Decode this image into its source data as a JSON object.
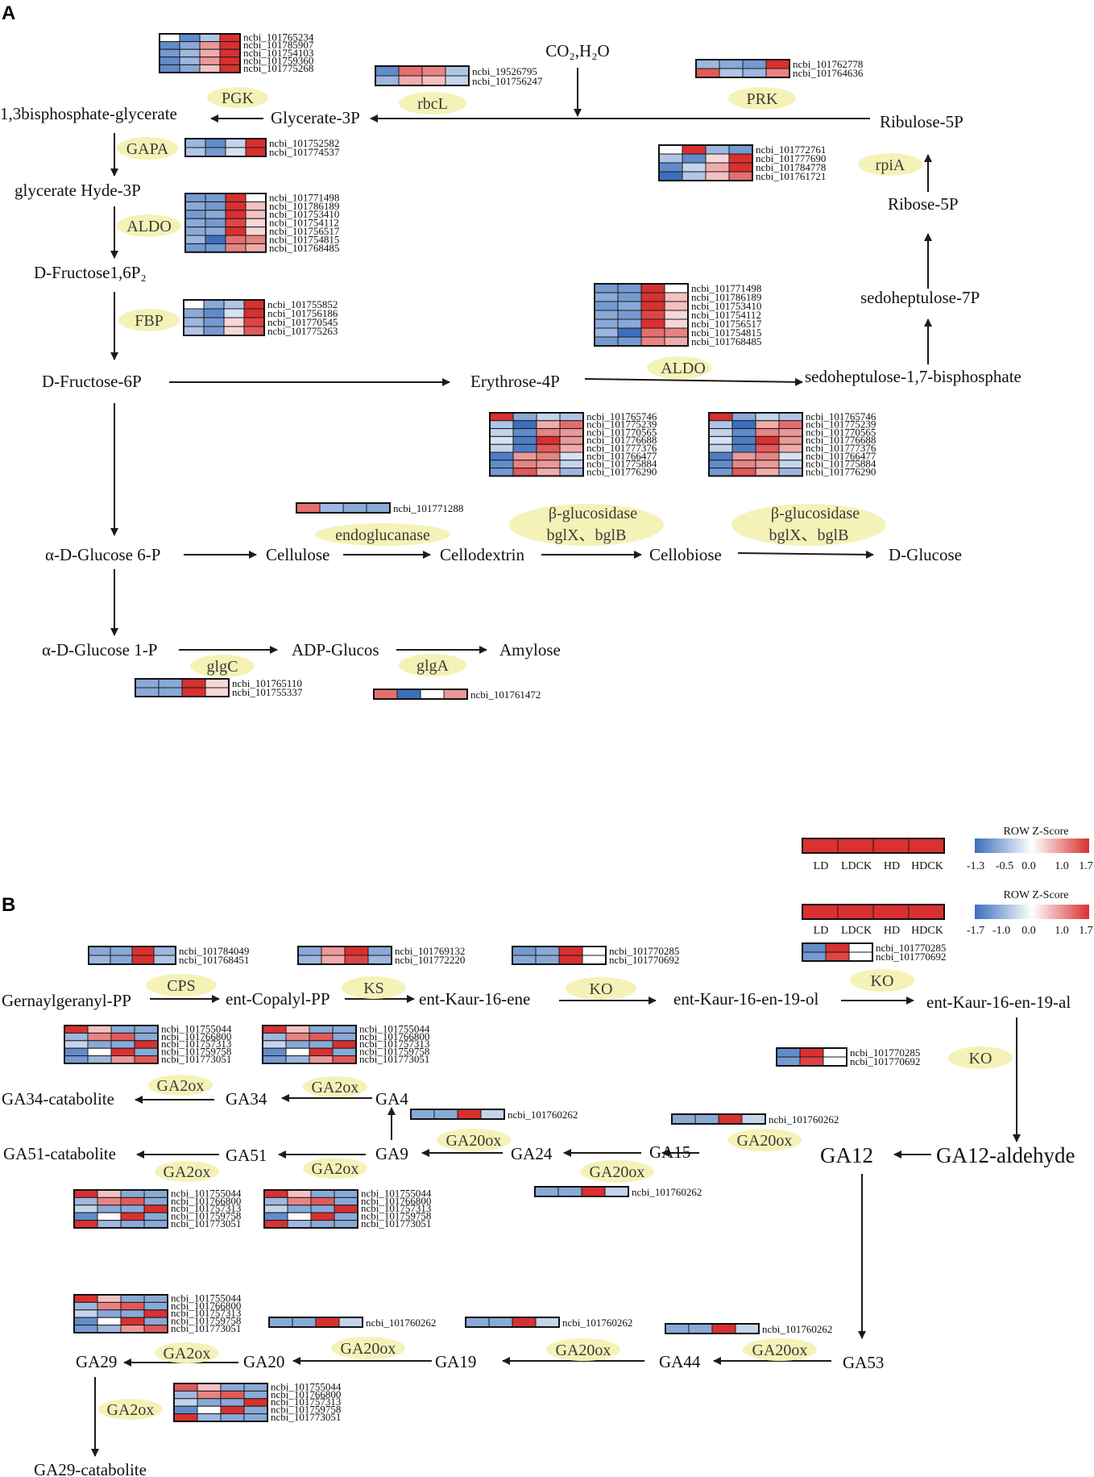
{
  "colors": {
    "low": "#3a6fbd",
    "high": "#d93030",
    "mid": "#ffffff",
    "ellipse": "#f5f2b8",
    "arrow": "#231815"
  },
  "panels": [
    "A",
    "B"
  ],
  "metabolites": {
    "co2h2o": "CO₂,H₂O",
    "bpg": "1,3bisphosphate-glycerate",
    "g3p": "Glycerate-3P",
    "ru5p": "Ribulose-5P",
    "gah3p": "glycerate Hyde-3P",
    "r5p": "Ribose-5P",
    "fbp": "D-Fructose1,6P₂",
    "s7p": "sedoheptulose-7P",
    "f6p": "D-Fructose-6P",
    "e4p": "Erythrose-4P",
    "sbp": "sedoheptulose-1,7-bisphosphate",
    "g6p": "α-D-Glucose 6-P",
    "cellulose": "Cellulose",
    "cellodextrin": "Cellodextrin",
    "cellobiose": "Cellobiose",
    "dglucose": "D-Glucose",
    "g1p": "α-D-Glucose 1-P",
    "adpg": "ADP-Glucos",
    "amylose": "Amylose",
    "ggpp": "Gernaylgeranyl-PP",
    "cpp": "ent-Copalyl-PP",
    "kaurene": "ent-Kaur-16-ene",
    "kaurenol": "ent-Kaur-16-en-19-ol",
    "kaurenal": "ent-Kaur-16-en-19-al",
    "ga34cat": "GA34-catabolite",
    "ga34": "GA34",
    "ga4": "GA4",
    "ga51cat": "GA51-catabolite",
    "ga51": "GA51",
    "ga9": "GA9",
    "ga24": "GA24",
    "ga15": "GA15",
    "ga12": "GA12",
    "ga12ald": "GA12-aldehyde",
    "ga29": "GA29",
    "ga20": "GA20",
    "ga19": "GA19",
    "ga44": "GA44",
    "ga53": "GA53",
    "ga29cat": "GA29-catabolite"
  },
  "enzymes": {
    "pgk": "PGK",
    "rbcl": "rbcL",
    "prk": "PRK",
    "gapa": "GAPA",
    "rpia": "rpiA",
    "aldo": "ALDO",
    "fbp": "FBP",
    "endoglucanase": "endoglucanase",
    "bglu_1": "β-glucosidase",
    "bglu_2": "bglX、bglB",
    "glgc": "glgC",
    "glga": "glgA",
    "cps": "CPS",
    "ks": "KS",
    "ko": "KO",
    "ga2ox": "GA2ox",
    "ga20ox": "GA20ox"
  },
  "gene_ids": {
    "pgk": [
      "ncbi_101765234",
      "ncbi_101785907",
      "ncbi_101754103",
      "ncbi_101759360",
      "ncbi_101775268"
    ],
    "rbcl": [
      "ncbi_19526795",
      "ncbi_101756247"
    ],
    "prk": [
      "ncbi_101762778",
      "ncbi_101764636"
    ],
    "gapa": [
      "ncbi_101752582",
      "ncbi_101774537"
    ],
    "rpia": [
      "ncbi_101772761",
      "ncbi_101777690",
      "ncbi_101784778",
      "ncbi_101761721"
    ],
    "aldo": [
      "ncbi_101771498",
      "ncbi_101786189",
      "ncbi_101753410",
      "ncbi_101754112",
      "ncbi_101756517",
      "ncbi_101754815",
      "ncbi_101768485"
    ],
    "fbp": [
      "ncbi_101755852",
      "ncbi_101756186",
      "ncbi_101770545",
      "ncbi_101775263"
    ],
    "bglu": [
      "ncbi_101765746",
      "ncbi_101775239",
      "ncbi_101770565",
      "ncbi_101776688",
      "ncbi_101777376",
      "ncbi_101766477",
      "ncbi_101775884",
      "ncbi_101776290"
    ],
    "endo": [
      "ncbi_101771288"
    ],
    "glgc": [
      "ncbi_101765110",
      "ncbi_101755337"
    ],
    "glga": [
      "ncbi_101761472"
    ],
    "cps": [
      "ncbi_101784049",
      "ncbi_101768451"
    ],
    "ks": [
      "ncbi_101769132",
      "ncbi_101772220"
    ],
    "ko": [
      "ncbi_101770285",
      "ncbi_101770692"
    ],
    "ga2ox": [
      "ncbi_101755044",
      "ncbi_101766800",
      "ncbi_101757313",
      "ncbi_101759758",
      "ncbi_101773051"
    ],
    "ga20ox": [
      "ncbi_101760262"
    ]
  },
  "legend": {
    "title": "ROW Z-Score",
    "samples": [
      "LD",
      "LDCK",
      "HD",
      "HDCK"
    ],
    "ticks_a": [
      "-1.3",
      "-0.5",
      "0.0",
      "1.0",
      "1.7"
    ],
    "ticks_b": [
      "-1.7",
      "-1.0",
      "0.0",
      "1.0",
      "1.7"
    ]
  },
  "heatmaps": {
    "pgk": [
      [
        0,
        -0.8,
        -0.4,
        1
      ],
      [
        -0.8,
        -0.6,
        0.5,
        1
      ],
      [
        -0.7,
        -0.5,
        0.4,
        1
      ],
      [
        -0.8,
        -0.5,
        0.5,
        1
      ],
      [
        -0.8,
        -0.6,
        0.3,
        1
      ]
    ],
    "rbcl": [
      [
        -0.8,
        0.7,
        0.6,
        -0.4
      ],
      [
        -0.5,
        0.4,
        0.3,
        -0.3
      ]
    ],
    "prk": [
      [
        -0.5,
        -0.6,
        -0.7,
        1
      ],
      [
        0.8,
        -0.4,
        -0.5,
        0.6
      ]
    ],
    "gapa": [
      [
        -0.5,
        -0.8,
        -0.3,
        1
      ],
      [
        -0.4,
        -0.7,
        -0.2,
        1
      ]
    ],
    "rpia": [
      [
        0,
        1,
        -0.5,
        -0.7
      ],
      [
        -0.4,
        -0.8,
        0.2,
        1
      ],
      [
        -0.8,
        -0.3,
        0.4,
        1
      ],
      [
        -1,
        -0.4,
        0.3,
        0.7
      ]
    ],
    "aldo_a": [
      [
        -0.7,
        -0.7,
        1,
        0
      ],
      [
        -0.6,
        -0.7,
        1,
        0.3
      ],
      [
        -0.7,
        -0.6,
        1,
        0.3
      ],
      [
        -0.6,
        -0.7,
        0.9,
        0.2
      ],
      [
        -0.6,
        -0.6,
        1,
        0.2
      ],
      [
        -0.5,
        -1,
        0.7,
        0.6
      ],
      [
        -0.7,
        -0.7,
        0.6,
        0.4
      ]
    ],
    "aldo_b": [
      [
        -0.7,
        -0.7,
        1,
        0
      ],
      [
        -0.6,
        -0.7,
        1,
        0.3
      ],
      [
        -0.7,
        -0.6,
        1,
        0.3
      ],
      [
        -0.6,
        -0.7,
        0.9,
        0.2
      ],
      [
        -0.6,
        -0.6,
        1,
        0.2
      ],
      [
        -0.5,
        -1,
        0.7,
        0.6
      ],
      [
        -0.7,
        -0.7,
        0.6,
        0.4
      ]
    ],
    "fbp": [
      [
        0,
        -0.6,
        -0.4,
        1
      ],
      [
        -0.6,
        -0.8,
        -0.2,
        1
      ],
      [
        -0.5,
        -0.7,
        0.2,
        0.9
      ],
      [
        -0.4,
        -0.7,
        0.2,
        0.8
      ]
    ],
    "bglu_a": [
      [
        1,
        -0.6,
        -0.3,
        -0.4
      ],
      [
        -0.4,
        -1,
        0.4,
        0.7
      ],
      [
        -0.3,
        -0.8,
        0.6,
        0.5
      ],
      [
        -0.2,
        -0.9,
        1,
        0.5
      ],
      [
        -0.3,
        -0.9,
        0.8,
        0.4
      ],
      [
        -0.9,
        0.5,
        0.6,
        -0.2
      ],
      [
        -0.8,
        0.6,
        0.5,
        -0.3
      ],
      [
        -0.7,
        0.8,
        0.4,
        -0.5
      ]
    ],
    "bglu_b": [
      [
        1,
        -0.6,
        -0.3,
        -0.4
      ],
      [
        -0.4,
        -1,
        0.4,
        0.7
      ],
      [
        -0.3,
        -0.8,
        0.6,
        0.5
      ],
      [
        -0.2,
        -0.9,
        1,
        0.5
      ],
      [
        -0.3,
        -0.9,
        0.8,
        0.4
      ],
      [
        -0.9,
        0.5,
        0.6,
        -0.2
      ],
      [
        -0.8,
        0.6,
        0.5,
        -0.3
      ],
      [
        -0.7,
        0.8,
        0.4,
        -0.5
      ]
    ],
    "endo": [
      [
        0.7,
        -0.5,
        -0.6,
        -0.6
      ]
    ],
    "glgc": [
      [
        -0.6,
        -0.6,
        1,
        0.2
      ],
      [
        -0.6,
        -0.6,
        1,
        0.2
      ]
    ],
    "glga": [
      [
        0.7,
        -1,
        0,
        0.5
      ]
    ],
    "cps": [
      [
        -0.6,
        -0.6,
        1,
        -0.5
      ],
      [
        -0.5,
        -0.6,
        1,
        -0.4
      ]
    ],
    "ks": [
      [
        -0.6,
        0.5,
        1,
        -0.6
      ],
      [
        -0.5,
        0.4,
        0.9,
        -0.5
      ]
    ],
    "ko_1": [
      [
        -0.7,
        -0.6,
        1,
        0
      ],
      [
        -0.6,
        -0.6,
        1,
        0
      ]
    ],
    "ko_2": [
      [
        -0.8,
        1,
        0
      ],
      [
        -0.7,
        0.9,
        0
      ]
    ],
    "ko_3": [
      [
        -0.8,
        1,
        0
      ],
      [
        -0.7,
        0.9,
        0
      ]
    ],
    "ga2ox_1": [
      [
        1,
        0.3,
        -0.6,
        -0.6
      ],
      [
        -0.5,
        0.6,
        0.8,
        -0.6
      ],
      [
        -0.3,
        -0.6,
        -0.6,
        1
      ],
      [
        -0.8,
        0,
        1,
        -0.6
      ],
      [
        -0.7,
        -0.5,
        0.5,
        0.8
      ]
    ],
    "ga2ox_2": [
      [
        1,
        0.3,
        -0.6,
        -0.6
      ],
      [
        -0.5,
        0.6,
        0.8,
        -0.6
      ],
      [
        -0.3,
        -0.6,
        -0.6,
        1
      ],
      [
        -0.8,
        0,
        1,
        -0.6
      ],
      [
        -0.7,
        -0.5,
        0.5,
        0.8
      ]
    ],
    "ga2ox_3": [
      [
        1,
        0.3,
        -0.6,
        -0.6
      ],
      [
        -0.5,
        0.6,
        0.8,
        -0.6
      ],
      [
        -0.3,
        -0.6,
        -0.6,
        1
      ],
      [
        -0.8,
        0,
        1,
        -0.6
      ],
      [
        1,
        -0.5,
        -0.6,
        -0.6
      ]
    ],
    "ga2ox_4": [
      [
        1,
        0.3,
        -0.6,
        -0.6
      ],
      [
        -0.5,
        0.6,
        0.8,
        -0.6
      ],
      [
        -0.3,
        -0.6,
        -0.6,
        1
      ],
      [
        -0.8,
        0,
        1,
        -0.6
      ],
      [
        1,
        -0.5,
        -0.6,
        -0.6
      ]
    ],
    "ga2ox_5": [
      [
        1,
        0.3,
        -0.6,
        -0.6
      ],
      [
        -0.5,
        0.6,
        0.8,
        -0.6
      ],
      [
        -0.3,
        -0.6,
        -0.6,
        1
      ],
      [
        -0.8,
        0,
        1,
        -0.6
      ],
      [
        -0.7,
        -0.5,
        0.5,
        0.8
      ]
    ],
    "ga2ox_6": [
      [
        0.8,
        0.3,
        -0.6,
        -0.6
      ],
      [
        -0.5,
        0.6,
        0.8,
        -0.6
      ],
      [
        -0.3,
        -0.6,
        -0.6,
        1
      ],
      [
        -0.8,
        0,
        1,
        -0.6
      ],
      [
        1,
        -0.5,
        -0.6,
        -0.6
      ]
    ],
    "ga20ox": [
      [
        -0.6,
        -0.6,
        1,
        -0.3
      ]
    ],
    "legend_bar": [
      [
        1,
        1,
        1,
        1
      ]
    ]
  }
}
